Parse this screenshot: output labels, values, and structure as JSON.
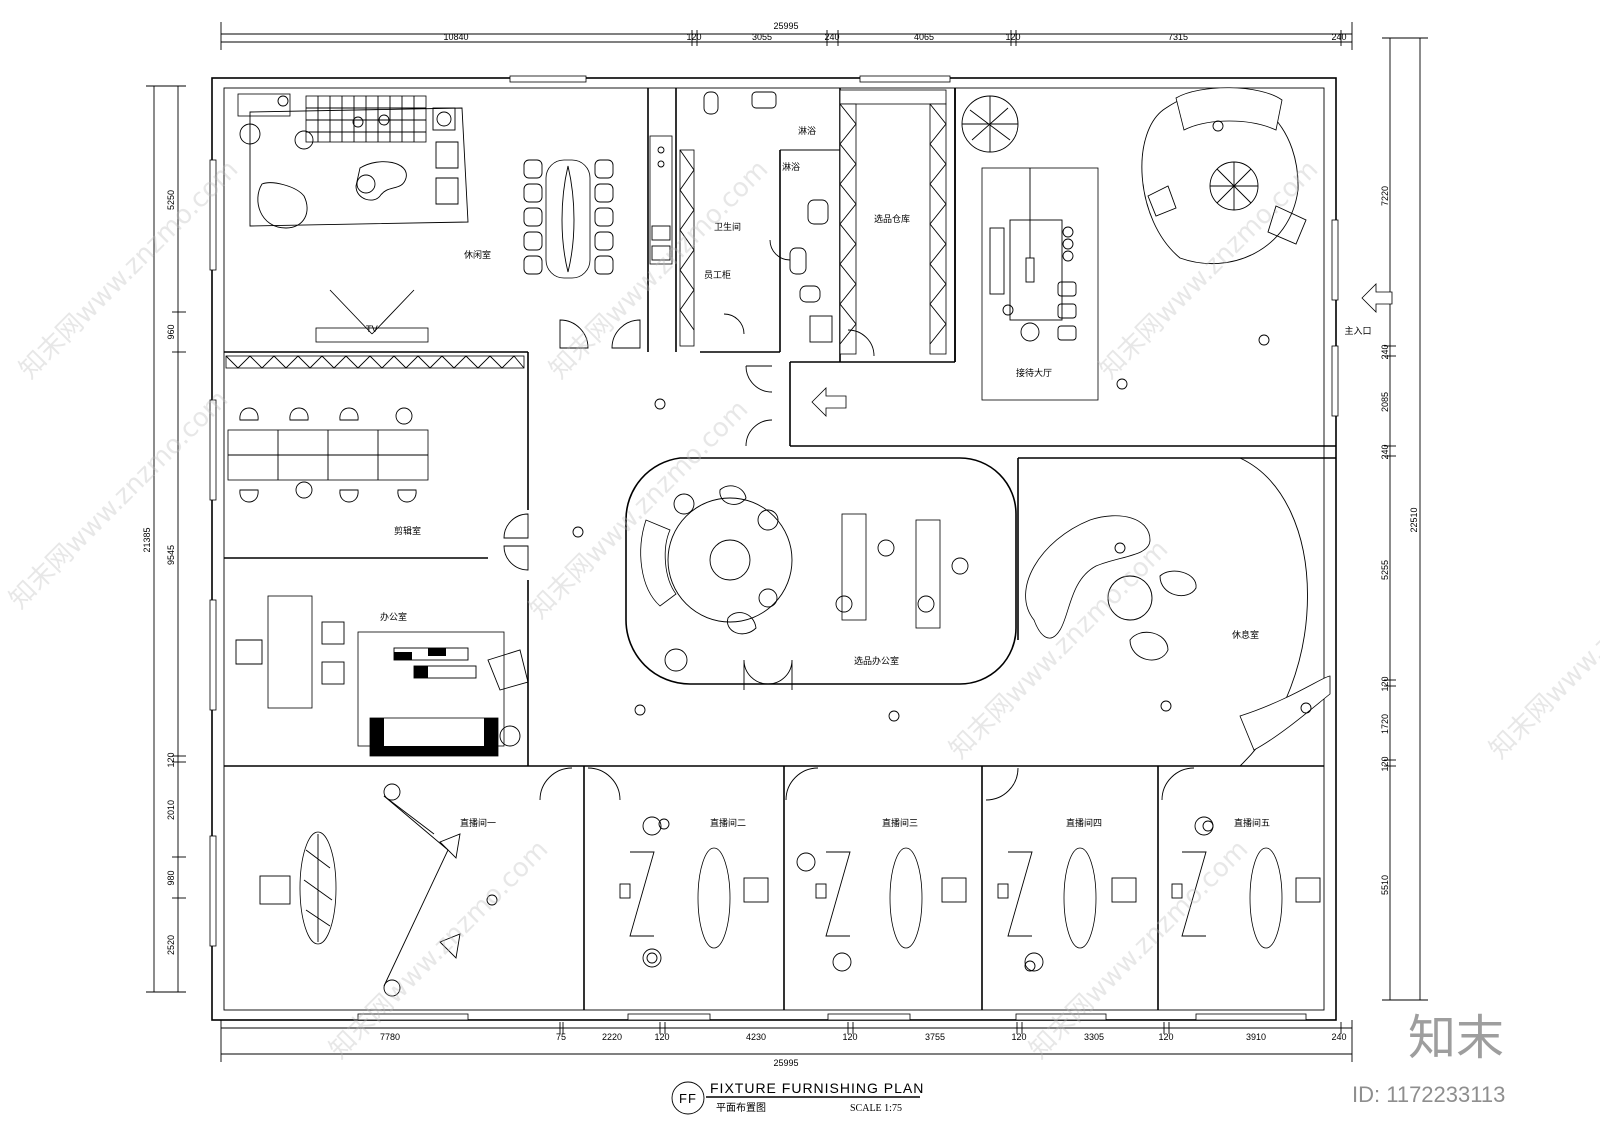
{
  "dimensions": {
    "top_total": "25995",
    "top_segments": [
      "10840",
      "120",
      "3055",
      "240",
      "4065",
      "120",
      "7315",
      "240"
    ],
    "bottom_total": "25995",
    "bottom_segments": [
      "7780",
      "75",
      "2220",
      "120",
      "4230",
      "120",
      "3755",
      "120",
      "3305",
      "120",
      "3910",
      "240"
    ],
    "left_total": "21385",
    "left_segments": [
      "5250",
      "960",
      "9545",
      "120",
      "2010",
      "980",
      "2520"
    ],
    "right_total": "22510",
    "right_segments": [
      "7220",
      "240",
      "2085",
      "240",
      "5255",
      "120",
      "1720",
      "120",
      "5510"
    ]
  },
  "rooms": {
    "leisure": "休闲室",
    "staff_locker": "员工柜",
    "restroom": "卫生间",
    "shower_1": "淋浴",
    "shower_2": "淋浴",
    "warehouse": "选品仓库",
    "reception": "接待大厅",
    "main_entrance": "主入口",
    "editing": "剪辑室",
    "office": "办公室",
    "selection_office": "选品办公室",
    "lounge": "休息室",
    "live_1": "直播间一",
    "live_2": "直播间二",
    "live_3": "直播间三",
    "live_4": "直播间四",
    "live_5": "直播间五"
  },
  "tv_label": "TV",
  "watermark": "知末网www.znzmo.com",
  "title_block": {
    "badge": "FF",
    "title": "FIXTURE FURNISHING PLAN",
    "subtitle": "平面布置图",
    "scale": "SCALE 1:75"
  },
  "brand": {
    "logo": "知末",
    "id_text": "ID: 1172233113"
  },
  "colors": {
    "line": "#000000",
    "watermark": "#bdbdbd",
    "brand": "#9e9e9e"
  }
}
